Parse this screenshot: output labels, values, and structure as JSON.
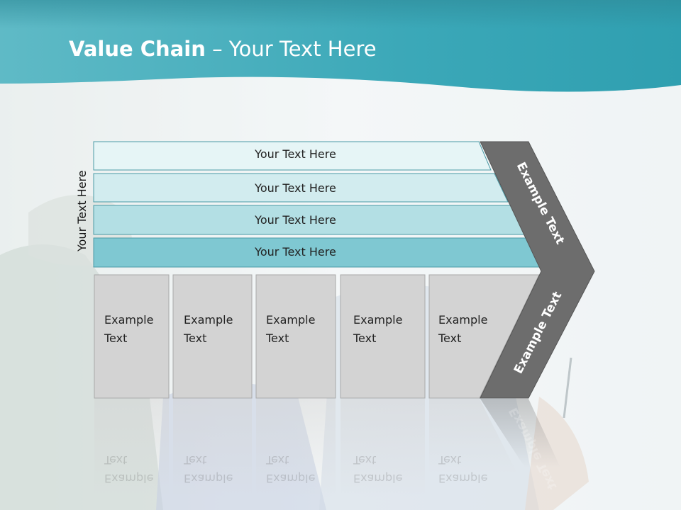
{
  "title": {
    "bold": "Value Chain",
    "rest": " – Your Text Here"
  },
  "side_label": "Your Text Here",
  "bars": [
    {
      "label": "Your Text Here",
      "color": "#e6f5f6"
    },
    {
      "label": "Your Text Here",
      "color": "#d2ecef"
    },
    {
      "label": "Your Text Here",
      "color": "#b3dfe4"
    },
    {
      "label": "Your Text Here",
      "color": "#7fc8d2"
    }
  ],
  "boxes": [
    {
      "label": "Example\nText"
    },
    {
      "label": "Example\nText"
    },
    {
      "label": "Example\nText"
    },
    {
      "label": "Example\nText"
    },
    {
      "label": "Example\nText"
    }
  ],
  "arrow": {
    "upper_label": "Example Text",
    "lower_label": "Example Text"
  },
  "colors": {
    "header_teal": "#3aa3b3",
    "box_gray": "#d3d3d3",
    "arrow_gray": "#6d6d6d"
  }
}
